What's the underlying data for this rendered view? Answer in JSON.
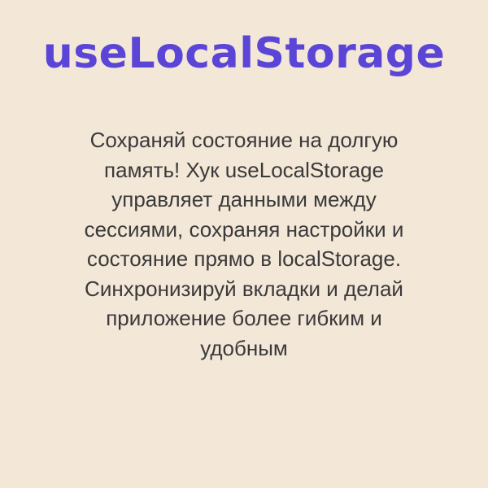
{
  "card": {
    "title": "useLocalStorage",
    "body_lines": [
      "Сохраняй состояние на долгую",
      "память! Хук useLocalStorage",
      "управляет данными между",
      "сессиями, сохраняя настройки и",
      "состояние прямо в localStorage.",
      "Синхронизируй вкладки и делай",
      "приложение более гибким и",
      "удобным"
    ]
  },
  "colors": {
    "background": "#f3e7d8",
    "title": "#5b45d6",
    "text": "#3a3a3a"
  }
}
